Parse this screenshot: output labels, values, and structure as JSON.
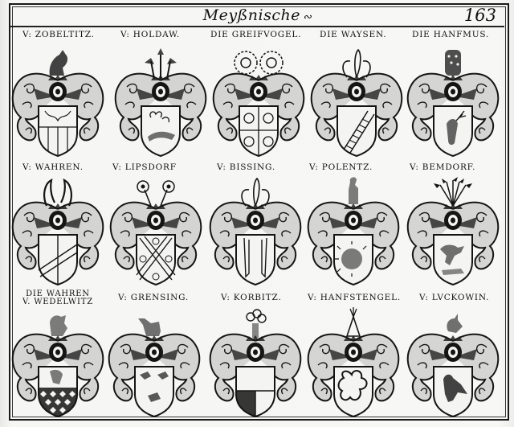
{
  "header": {
    "title": "Meyßnische",
    "ornament": "∾",
    "page_number": "163"
  },
  "rows": [
    {
      "entries": [
        {
          "label": "V: ZOBELTITZ.",
          "crest": "fox-sejant",
          "shield": "paly-base-with-foliage"
        },
        {
          "label": "V: HOLDAW.",
          "crest": "lily-sprays",
          "shield": "fish-and-trefoil"
        },
        {
          "label": "DIE GREIFVOGEL.",
          "crest": "two-rose-suns",
          "shield": "quarterly-roses"
        },
        {
          "label": "DIE WAYSEN.",
          "crest": "ostrich-plumes",
          "shield": "ladder-bend"
        },
        {
          "label": "DIE HANFMUS.",
          "crest": "dotted-hat",
          "shield": "stag-head"
        }
      ]
    },
    {
      "entries": [
        {
          "label": "V: WAHREN.",
          "crest": "horns",
          "shield": "bend-party"
        },
        {
          "label": "V: LIPSDORF",
          "crest": "flower-sprays",
          "shield": "saltire-with-roses"
        },
        {
          "label": "V: BISSING.",
          "crest": "ostrich-plumes",
          "shield": "two-pales"
        },
        {
          "label": "V: POLENTZ.",
          "crest": "demi-man",
          "shield": "sun-face"
        },
        {
          "label": "V: BEMDORF.",
          "crest": "pennons",
          "shield": "lion-passant"
        }
      ]
    },
    {
      "entries": [
        {
          "label": "DIE WAHREN",
          "label_line2": "V. WEDELWITZ",
          "crest": "lion-rampant",
          "shield": "lozengy-base-with-lion"
        },
        {
          "label": "V: GRENSING.",
          "crest": "boar-head",
          "shield": "three-boar-heads"
        },
        {
          "label": "V: KORBITZ.",
          "crest": "plume-column",
          "shield": "party-per-fess-quartered"
        },
        {
          "label": "V: HANFSTENGEL.",
          "crest": "pointed-hat-plume",
          "shield": "knot-trefoil"
        },
        {
          "label": "V: LVCKOWIN.",
          "crest": "bird",
          "shield": "bird"
        }
      ]
    }
  ]
}
